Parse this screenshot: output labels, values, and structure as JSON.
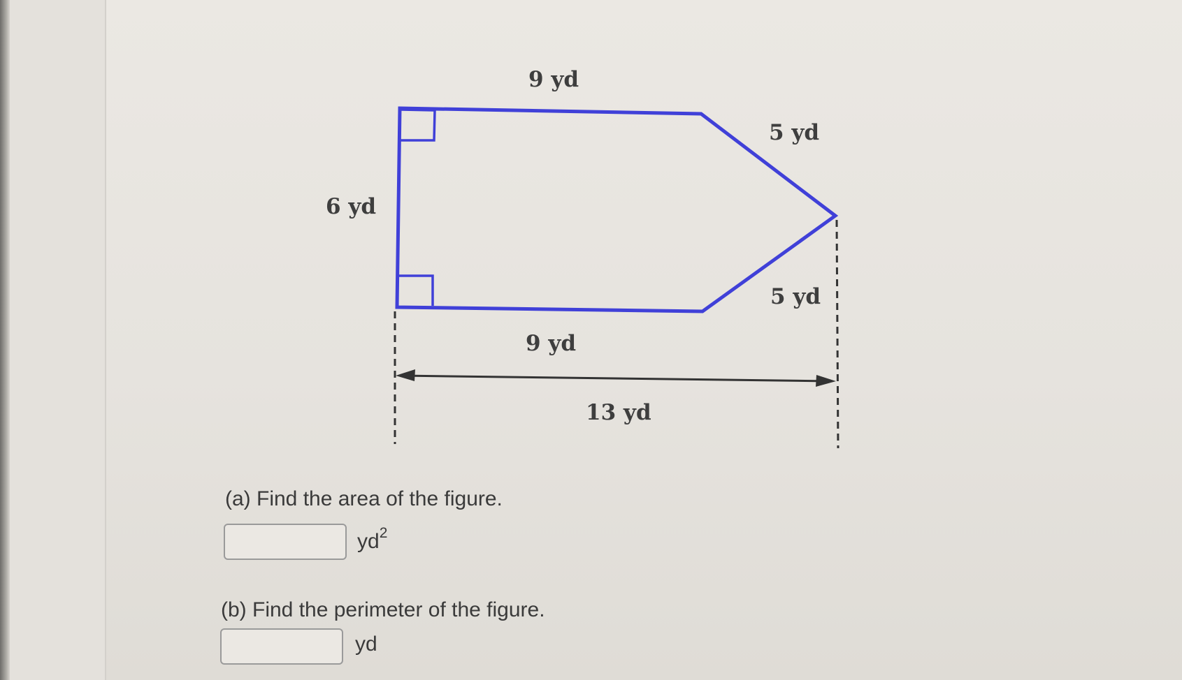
{
  "figure": {
    "top_label": "9 yd",
    "left_label": "6 yd",
    "upper_right_label": "5 yd",
    "lower_right_label": "5 yd",
    "bottom_label": "9 yd",
    "width_label": "13 yd",
    "outline_color": "#4040d8"
  },
  "question_a": {
    "text": "(a) Find the area of the figure.",
    "input_value": "",
    "unit": "yd",
    "unit_exponent": "2"
  },
  "question_b": {
    "text": "(b) Find the perimeter of the figure.",
    "input_value": "",
    "unit": "yd"
  }
}
